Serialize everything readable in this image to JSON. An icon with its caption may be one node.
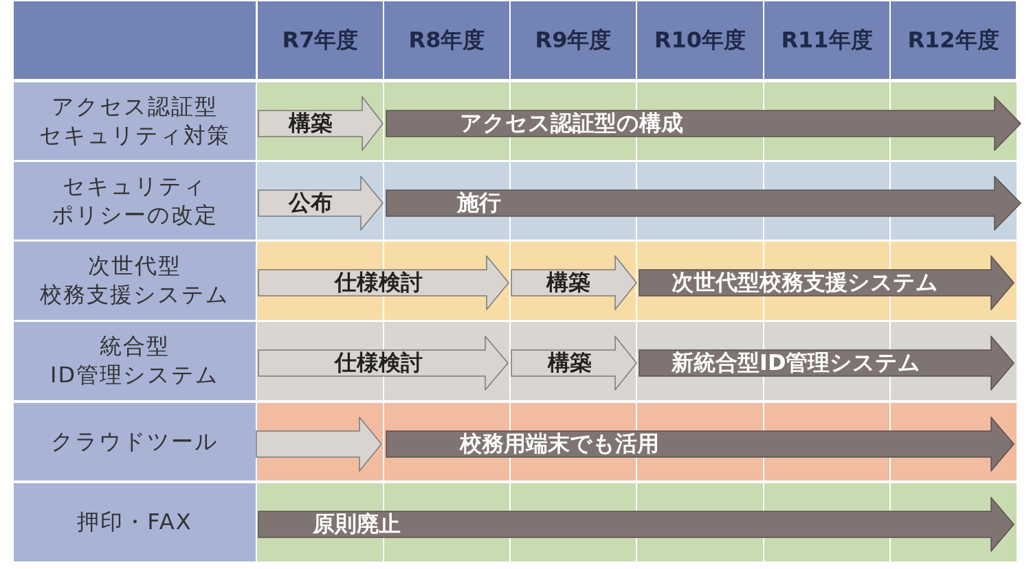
{
  "diagram": {
    "nodes": [
      {
        "text": [
          "構築"
        ]
      },
      {
        "text": [
          "アクセス認証型の構成"
        ]
      },
      {
        "text": [
          "公布"
        ]
      },
      {
        "text": [
          "施行"
        ]
      },
      {
        "text": [
          "仕様検討"
        ]
      },
      {
        "text": [
          "構築"
        ]
      },
      {
        "text": [
          "次世代型校務支援システム"
        ]
      },
      {
        "text": [
          "仕様検討"
        ]
      },
      {
        "text": [
          "構築"
        ]
      },
      {
        "text": [
          "新統合型ID管理システム"
        ]
      },
      {
        "text": [],
        "shape": "arrow"
      },
      {
        "text": [
          "校務用端末でも活用"
        ]
      },
      {
        "text": [
          "原則廃止"
        ]
      }
    ],
    "labels": [
      "R7年度",
      "R8年度",
      "R9年度",
      "R10年度",
      "R11年度",
      "R12年度",
      "アクセス認証型セキュリティ対策",
      "セキュリティポリシーの改定",
      "次世代型校務支援システム",
      "統合型ID管理システム",
      "クラウドツール",
      "押印・FAX"
    ]
  }
}
